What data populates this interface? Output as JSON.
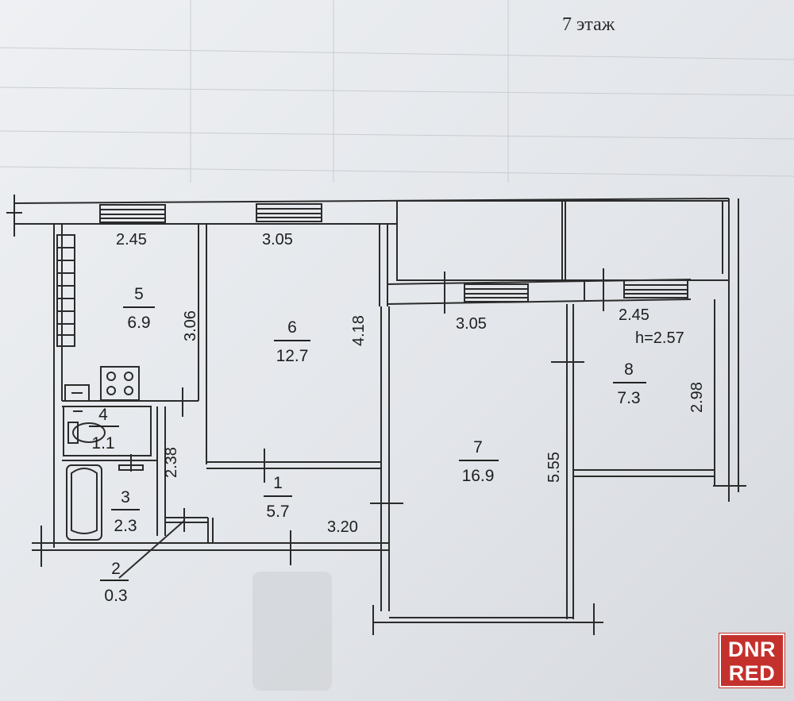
{
  "floor": "7 этаж",
  "rooms": [
    {
      "id": "room-5",
      "number": "5",
      "area": "6.9"
    },
    {
      "id": "room-6",
      "number": "6",
      "area": "12.7"
    },
    {
      "id": "room-7",
      "number": "7",
      "area": "16.9"
    },
    {
      "id": "room-8",
      "number": "8",
      "area": "7.3"
    },
    {
      "id": "room-4",
      "number": "4",
      "area": "1.1"
    },
    {
      "id": "room-3",
      "number": "3",
      "area": "2.3"
    },
    {
      "id": "room-1",
      "number": "1",
      "area": "5.7"
    },
    {
      "id": "room-2",
      "number": "2",
      "area": "0.3"
    }
  ],
  "dimensions": {
    "kitchen_width": "2.45",
    "kitchen_depth": "3.06",
    "room6_width": "3.05",
    "room6_depth": "4.18",
    "room7_width": "3.05",
    "room7_depth": "5.55",
    "room8_width": "2.45",
    "room8_depth": "2.98",
    "ceiling_height": "h=2.57",
    "bath_depth": "2.38",
    "hall_width": "3.20"
  },
  "watermark": {
    "line1": "DNR",
    "line2": "RED",
    "color": "#c4312c"
  }
}
